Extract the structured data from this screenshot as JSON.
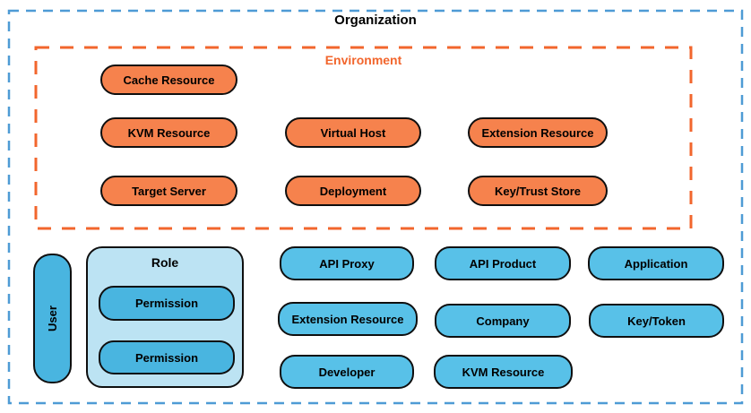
{
  "organization": {
    "label": "Organization"
  },
  "environment": {
    "label": "Environment",
    "nodes": [
      {
        "label": "Cache Resource"
      },
      {
        "label": "KVM Resource"
      },
      {
        "label": "Target Server"
      },
      {
        "label": "Virtual Host"
      },
      {
        "label": "Deployment"
      },
      {
        "label": "Extension Resource"
      },
      {
        "label": "Key/Trust Store"
      }
    ]
  },
  "organization_nodes": [
    {
      "label": "API Proxy"
    },
    {
      "label": "API Product"
    },
    {
      "label": "Application"
    },
    {
      "label": "Extension Resource"
    },
    {
      "label": "Company"
    },
    {
      "label": "Key/Token"
    },
    {
      "label": "Developer"
    },
    {
      "label": "KVM Resource"
    }
  ],
  "user": {
    "label": "User"
  },
  "role": {
    "label": "Role",
    "permissions": [
      {
        "label": "Permission"
      },
      {
        "label": "Permission"
      }
    ]
  },
  "colors": {
    "organization_border": "#4E9BD5",
    "environment_border": "#F2662D",
    "environment_node_fill": "#F6824D",
    "organization_node_fill": "#58C1E8",
    "role_container_fill": "#BCE3F3",
    "permission_node_fill": "#49B5E0",
    "node_border": "#0F0F0F",
    "environment_label_color": "#F2662D",
    "label_color": "#000000"
  }
}
